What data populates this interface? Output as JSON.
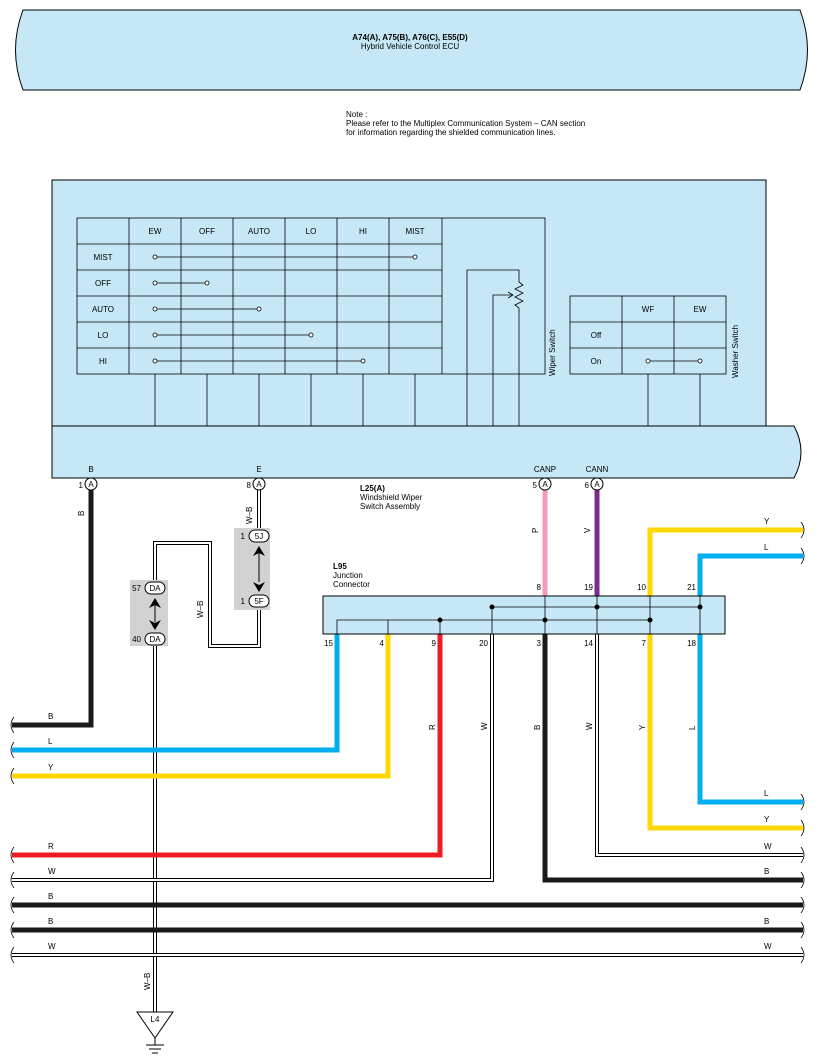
{
  "ecu": {
    "code": "A74(A), A75(B), A76(C), E55(D)",
    "name": "Hybrid Vehicle Control ECU"
  },
  "note": {
    "line1": "Note :",
    "line2": "Please refer to the Multiplex Communication System – CAN section",
    "line3": "for information regarding the shielded communication lines."
  },
  "wiper_switch": {
    "label": "Wiper Switch",
    "columns": [
      "EW",
      "OFF",
      "AUTO",
      "LO",
      "HI",
      "MIST"
    ],
    "rows": [
      "MIST",
      "OFF",
      "AUTO",
      "LO",
      "HI"
    ]
  },
  "washer_switch": {
    "label": "Washer Switch",
    "columns": [
      "WF",
      "EW"
    ],
    "rows": [
      "Off",
      "On"
    ]
  },
  "assembly": {
    "code": "L25(A)",
    "name1": "Windshield Wiper",
    "name2": "Switch Assembly",
    "terminals": [
      {
        "num": "1",
        "conn": "A",
        "name": "B",
        "wire": "B"
      },
      {
        "num": "8",
        "conn": "A",
        "name": "E",
        "wire": "W–B"
      },
      {
        "num": "5",
        "conn": "A",
        "name": "CANP",
        "wire": "P"
      },
      {
        "num": "6",
        "conn": "A",
        "name": "CANN",
        "wire": "V"
      }
    ]
  },
  "junction": {
    "code": "L95",
    "name1": "Junction",
    "name2": "Connector",
    "top_pins": [
      "8",
      "19",
      "10",
      "21"
    ],
    "bottom_pins": [
      "15",
      "4",
      "9",
      "20",
      "3",
      "14",
      "7",
      "18"
    ]
  },
  "inline_connectors": {
    "c5J": {
      "num": "1",
      "id": "5J"
    },
    "c5F": {
      "num": "1",
      "id": "5F"
    },
    "cDA1": {
      "num": "57",
      "id": "DA"
    },
    "cDA2": {
      "num": "40",
      "id": "DA"
    },
    "wire_label": "W–B"
  },
  "ground": {
    "id": "L4",
    "wire": "W–B"
  },
  "left_wires": [
    "B",
    "L",
    "Y",
    "R",
    "W",
    "B",
    "B",
    "W"
  ],
  "right_wires": [
    "Y",
    "L",
    "L",
    "Y",
    "W",
    "B",
    "B",
    "W"
  ],
  "vertical_labels": {
    "p9": "R",
    "p20": "W",
    "p3": "B",
    "p14": "W",
    "p7": "Y",
    "p18": "L"
  },
  "colors": {
    "panel": "#c6e8f6",
    "black": "#1a1a1a",
    "blue": "#00aeef",
    "yellow": "#ffd800",
    "red": "#ed1c24",
    "pink": "#f49ac1",
    "violet": "#7b2d8e",
    "gray": "#d2d2d2"
  }
}
